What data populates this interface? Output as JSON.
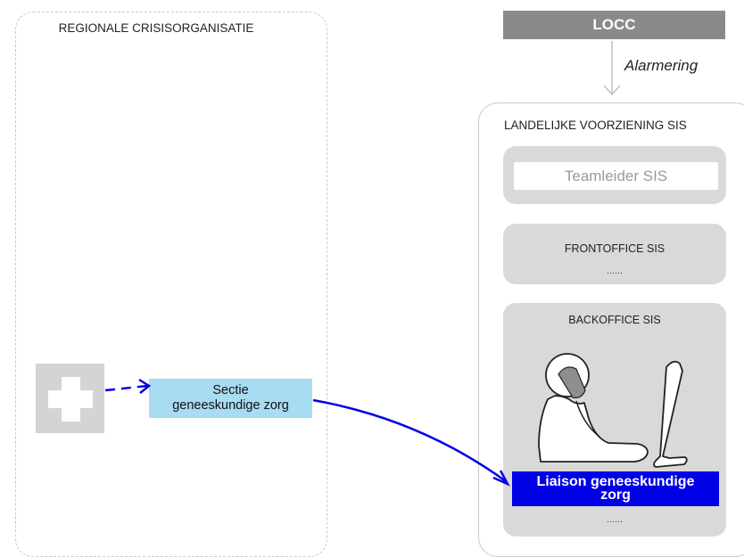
{
  "regional": {
    "title": "REGIONALE CRISISORGANISATIE"
  },
  "locc": {
    "label": "LOCC",
    "alarm_label": "Alarmering"
  },
  "national": {
    "title": "LANDELIJKE VOORZIENING SIS",
    "teamleider": "Teamleider SIS",
    "frontoffice": {
      "title": "FRONTOFFICE SIS",
      "dots": "......"
    },
    "backoffice": {
      "title": "BACKOFFICE SIS",
      "dots": "......"
    },
    "liaison": {
      "line1": "Liaison geneeskundige",
      "line2": "zorg"
    }
  },
  "sectie": {
    "line1": "Sectie",
    "line2": "geneeskundige zorg"
  },
  "icons": {
    "medical": "medical-cross-icon",
    "operator": "operator-at-computer-icon"
  },
  "colors": {
    "arrow": "#0000e6",
    "liaison_bg": "#0000e6",
    "sectie_bg": "#a7dcf2",
    "panel_grey": "#d9d9d9",
    "locc_bg": "#8a8a8a"
  }
}
